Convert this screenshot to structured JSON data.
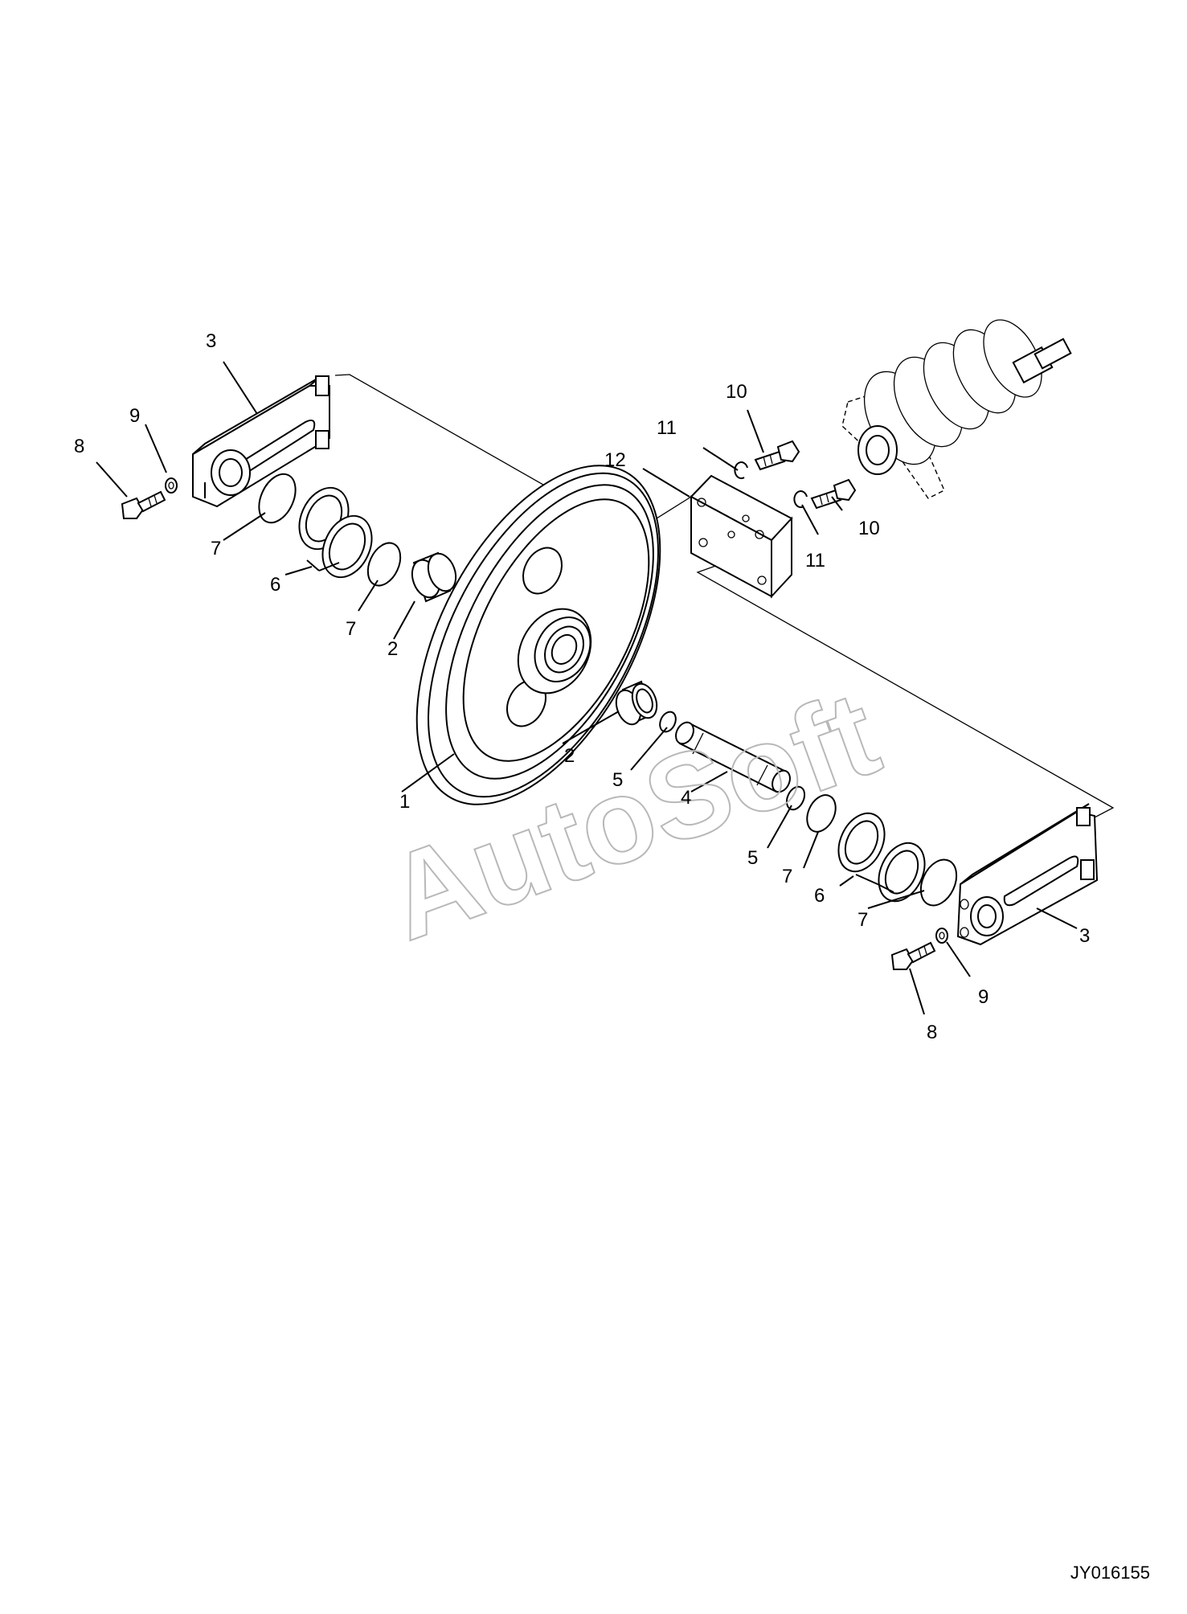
{
  "diagram": {
    "drawing_code": "JY016155",
    "watermark": "AutoSoft",
    "callouts": [
      {
        "id": "c1",
        "text": "1"
      },
      {
        "id": "c2a",
        "text": "2"
      },
      {
        "id": "c2b",
        "text": "2"
      },
      {
        "id": "c3a",
        "text": "3"
      },
      {
        "id": "c3b",
        "text": "3"
      },
      {
        "id": "c4",
        "text": "4"
      },
      {
        "id": "c5a",
        "text": "5"
      },
      {
        "id": "c5b",
        "text": "5"
      },
      {
        "id": "c6a",
        "text": "6"
      },
      {
        "id": "c6b",
        "text": "6"
      },
      {
        "id": "c7a",
        "text": "7"
      },
      {
        "id": "c7b",
        "text": "7"
      },
      {
        "id": "c7c",
        "text": "7"
      },
      {
        "id": "c7d",
        "text": "7"
      },
      {
        "id": "c8a",
        "text": "8"
      },
      {
        "id": "c8b",
        "text": "8"
      },
      {
        "id": "c9a",
        "text": "9"
      },
      {
        "id": "c9b",
        "text": "9"
      },
      {
        "id": "c10a",
        "text": "10"
      },
      {
        "id": "c10b",
        "text": "10"
      },
      {
        "id": "c11a",
        "text": "11"
      },
      {
        "id": "c11b",
        "text": "11"
      },
      {
        "id": "c12",
        "text": "12"
      }
    ]
  }
}
